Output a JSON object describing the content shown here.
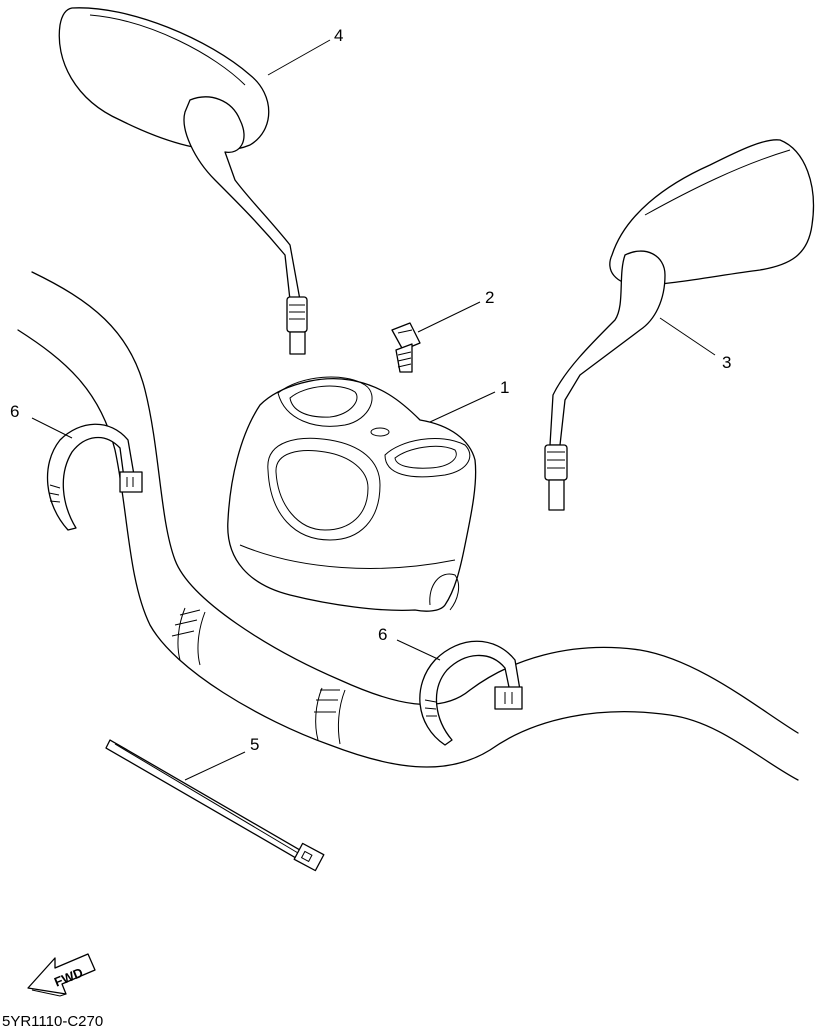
{
  "callouts": {
    "mirror_left": "4",
    "bolt": "2",
    "housing": "1",
    "mirror_right": "3",
    "clip_left": "6",
    "clip_right": "6",
    "cable_tie": "5"
  },
  "forward_arrow": {
    "label": "FWD"
  },
  "diagram_code": "5YR1110-C270"
}
